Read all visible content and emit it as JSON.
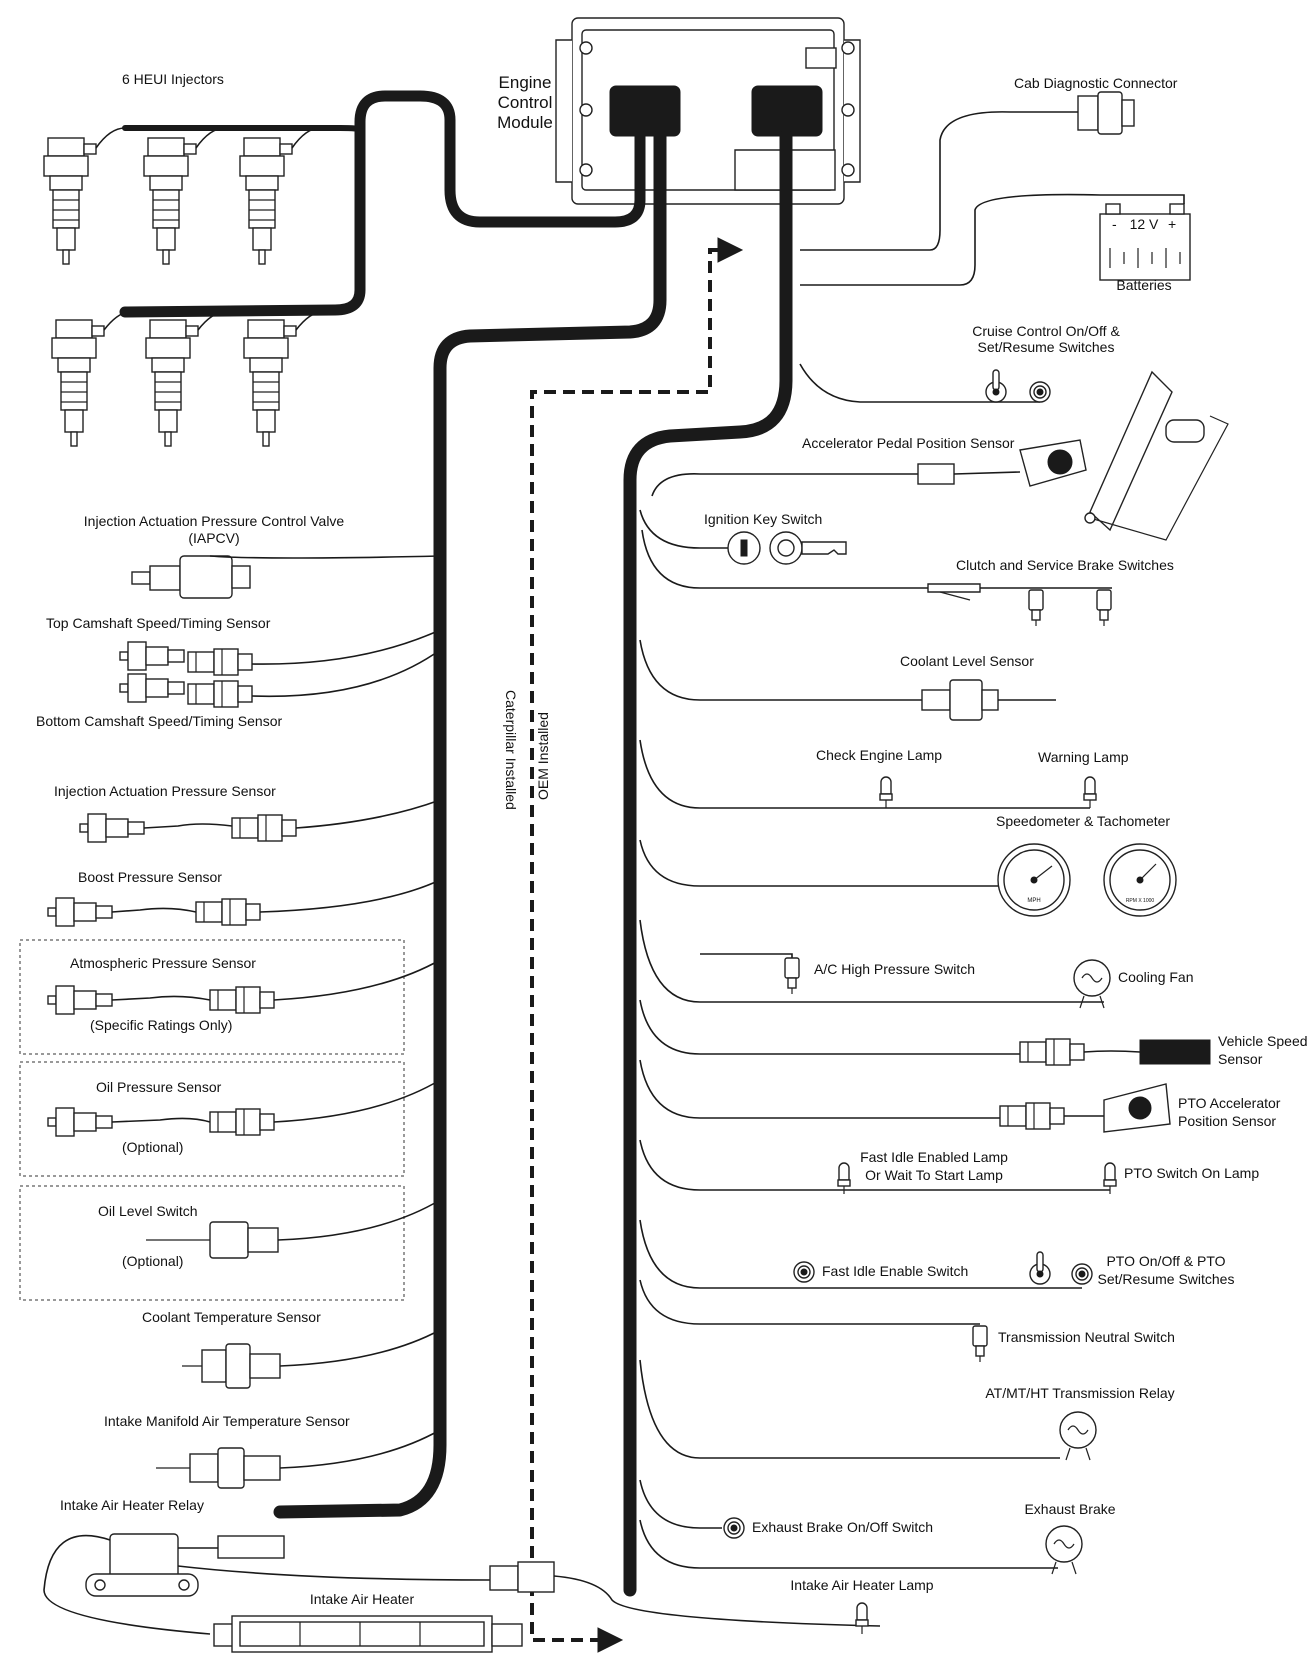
{
  "ecm": {
    "title_lines": [
      "Engine",
      "Control",
      "Module"
    ]
  },
  "left": {
    "injectors": "6 HEUI Injectors",
    "iapcv_line1": "Injection Actuation Pressure Control Valve",
    "iapcv_line2": "(IAPCV)",
    "top_cam": "Top Camshaft Speed/Timing Sensor",
    "bottom_cam": "Bottom Camshaft Speed/Timing Sensor",
    "iap_sensor": "Injection Actuation Pressure Sensor",
    "boost": "Boost Pressure Sensor",
    "atmos": "Atmospheric Pressure Sensor",
    "atmos_note": "(Specific Ratings Only)",
    "oil_press": "Oil Pressure Sensor",
    "oil_press_note": "(Optional)",
    "oil_level": "Oil Level Switch",
    "oil_level_note": "(Optional)",
    "coolant_temp": "Coolant Temperature Sensor",
    "imat": "Intake Manifold Air Temperature Sensor",
    "heater_relay": "Intake Air Heater Relay",
    "heater": "Intake Air Heater"
  },
  "center": {
    "cat_installed": "Caterpillar Installed",
    "oem_installed": "OEM Installed"
  },
  "right": {
    "cab_diag": "Cab Diagnostic Connector",
    "battery_voltage": "12 V",
    "battery_minus": "-",
    "battery_plus": "+",
    "batteries": "Batteries",
    "cruise_line1": "Cruise Control On/Off &",
    "cruise_line2": "Set/Resume Switches",
    "accel_pedal": "Accelerator Pedal Position Sensor",
    "ignition": "Ignition Key Switch",
    "clutch": "Clutch and Service Brake Switches",
    "coolant_level": "Coolant Level Sensor",
    "check_engine": "Check Engine Lamp",
    "warning_lamp": "Warning Lamp",
    "speedo_tach": "Speedometer & Tachometer",
    "mph": "MPH",
    "rpm": "RPM X 1000",
    "ac_switch": "A/C High Pressure Switch",
    "cooling_fan": "Cooling Fan",
    "vss_line1": "Vehicle Speed",
    "vss_line2": "Sensor",
    "pto_accel_line1": "PTO Accelerator",
    "pto_accel_line2": "Position Sensor",
    "fast_idle_lamp_line1": "Fast Idle Enabled Lamp",
    "fast_idle_lamp_line2": "Or Wait To Start Lamp",
    "pto_lamp": "PTO Switch On Lamp",
    "fast_idle_switch": "Fast Idle Enable Switch",
    "pto_switches_line1": "PTO On/Off & PTO",
    "pto_switches_line2": "Set/Resume Switches",
    "trans_neutral": "Transmission Neutral Switch",
    "trans_relay": "AT/MT/HT Transmission Relay",
    "exh_brake_switch": "Exhaust Brake On/Off Switch",
    "exh_brake": "Exhaust Brake",
    "heater_lamp": "Intake Air Heater Lamp"
  },
  "colors": {
    "ink": "#1a1a1a",
    "paper": "#ffffff"
  }
}
